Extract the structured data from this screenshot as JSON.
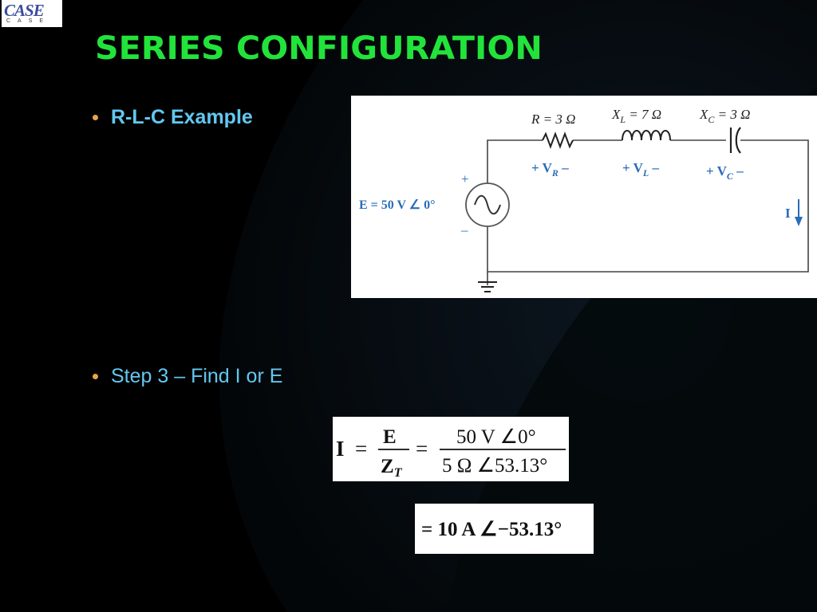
{
  "logo": {
    "word": "CASE",
    "subtext": "CASE"
  },
  "title": "SERIES CONFIGURATION",
  "bullets": [
    {
      "text": "R-L-C Example"
    },
    {
      "text": "Step 3 – Find I or E"
    }
  ],
  "circuit": {
    "resistor_label": "R = 3 Ω",
    "inductor_label_var": "X",
    "inductor_label_sub": "L",
    "inductor_label_val": " = 7 Ω",
    "capacitor_label_var": "X",
    "capacitor_label_sub": "C",
    "capacitor_label_val": " = 3 Ω",
    "vr_main": "+ V",
    "vr_sub": "R",
    "vr_end": " –",
    "vl_main": "+ V",
    "vl_sub": "L",
    "vl_end": " –",
    "vc_main": "+ V",
    "vc_sub": "C",
    "vc_end": " –",
    "source_label": "E = 50 V ∠ 0°",
    "plus": "+",
    "minus": "–",
    "current": "I"
  },
  "equation1": {
    "lhs": "I",
    "eq": "=",
    "num1": "E",
    "den1_main": "Z",
    "den1_sub": "T",
    "num2": "50 V ∠0°",
    "den2": "5 Ω ∠53.13°"
  },
  "equation2": {
    "text": "= 10 A ∠−53.13°"
  },
  "colors": {
    "title": "#22e33a",
    "bullet_text": "#62c8f0",
    "bullet_dot": "#e9a44a",
    "circuit_blue": "#2a6db8"
  }
}
